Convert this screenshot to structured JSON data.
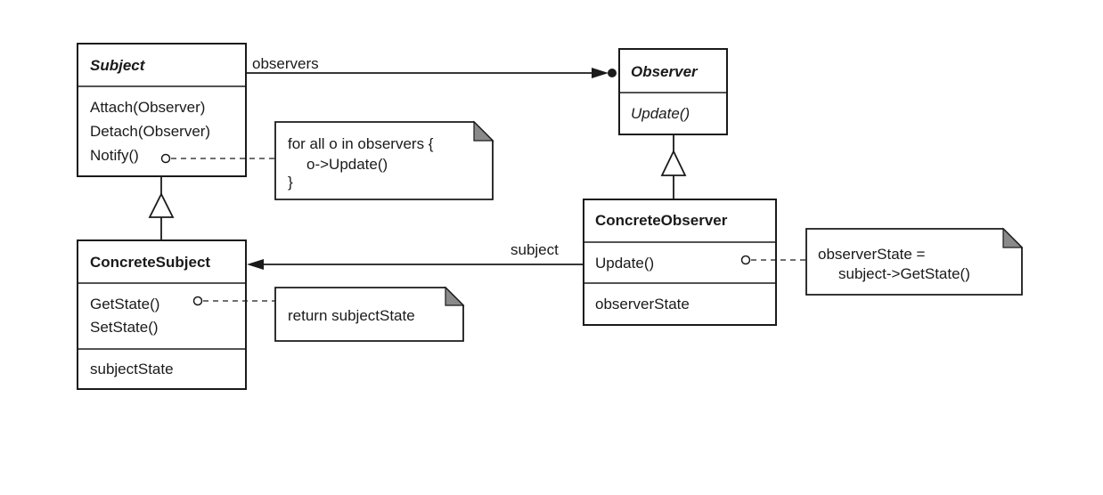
{
  "classes": {
    "subject": {
      "name": "Subject",
      "operations": [
        "Attach(Observer)",
        "Detach(Observer)",
        "Notify()"
      ]
    },
    "concrete_subject": {
      "name": "ConcreteSubject",
      "operations": [
        "GetState()",
        "SetState()"
      ],
      "attributes": [
        "subjectState"
      ]
    },
    "observer": {
      "name": "Observer",
      "operations": [
        "Update()"
      ]
    },
    "concrete_observer": {
      "name": "ConcreteObserver",
      "operations": [
        "Update()"
      ],
      "attributes": [
        "observerState"
      ]
    }
  },
  "associations": {
    "observers_label": "observers",
    "subject_label": "subject"
  },
  "notes": {
    "notify": [
      "for all o in observers {",
      "o->Update()",
      "}"
    ],
    "getstate": [
      "return subjectState"
    ],
    "update": [
      "observerState =",
      "subject->GetState()"
    ]
  }
}
